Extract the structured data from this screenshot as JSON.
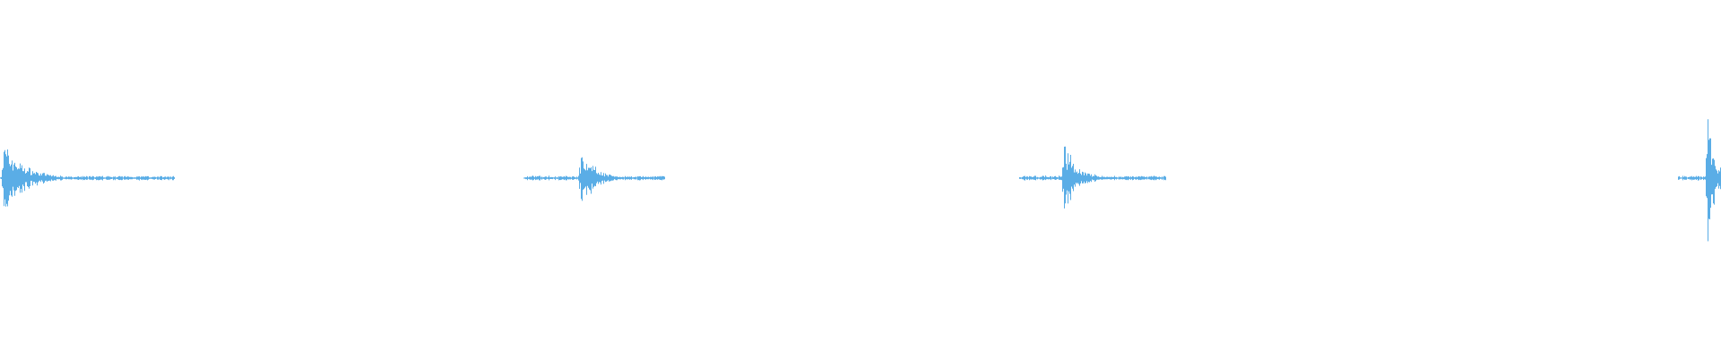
{
  "waveform": {
    "color": "#5aade6",
    "background": "#ffffff",
    "segments": [
      {
        "start": 0.0,
        "end": 0.101,
        "onset": 0.002,
        "peak": 0.5,
        "decay": 0.012
      },
      {
        "start": 0.304,
        "end": 0.386,
        "onset": 0.337,
        "peak": 0.46,
        "decay": 0.008
      },
      {
        "start": 0.592,
        "end": 0.677,
        "onset": 0.618,
        "peak": 0.48,
        "decay": 0.008
      },
      {
        "start": 0.975,
        "end": 1.0,
        "onset": 0.992,
        "peak": 1.0,
        "decay": 0.004
      }
    ]
  }
}
